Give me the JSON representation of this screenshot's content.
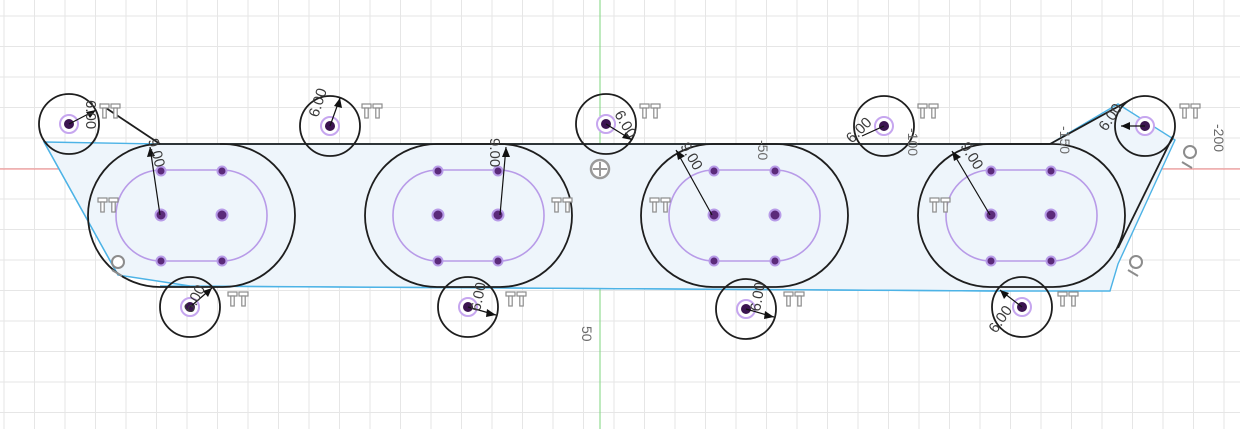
{
  "view": {
    "colors": {
      "background": "#ffffff",
      "profile_fill": "#eef5fb",
      "profile_edge": "#4db3e6",
      "geometry": "#1e1e1e",
      "construction": "#b89be8",
      "axis_x": "#f08080",
      "axis_y": "#7ed67e"
    },
    "ruler_labels": {
      "x_50": "-50",
      "x_100": "-100",
      "x_150": "-150",
      "x_200": "-200",
      "y_50": "50"
    },
    "dimensions": [
      {
        "id": "d1",
        "label": "6.00"
      },
      {
        "id": "d2",
        "label": "6.00"
      },
      {
        "id": "d3",
        "label": "6.00"
      },
      {
        "id": "d4",
        "label": "6.00"
      },
      {
        "id": "d5",
        "label": "6.00"
      },
      {
        "id": "d6",
        "label": "9.00"
      },
      {
        "id": "d7",
        "label": "9.00"
      },
      {
        "id": "d8",
        "label": "9.00"
      },
      {
        "id": "d9",
        "label": "9.00"
      },
      {
        "id": "d10",
        "label": "6.00"
      },
      {
        "id": "d11",
        "label": "6.00"
      },
      {
        "id": "d12",
        "label": "6.00"
      },
      {
        "id": "d13",
        "label": "6.00"
      }
    ],
    "constraint_icons": [
      "tangent-icon",
      "tangent-icon",
      "coincident-icon",
      "coincident-icon",
      "origin-icon"
    ]
  }
}
